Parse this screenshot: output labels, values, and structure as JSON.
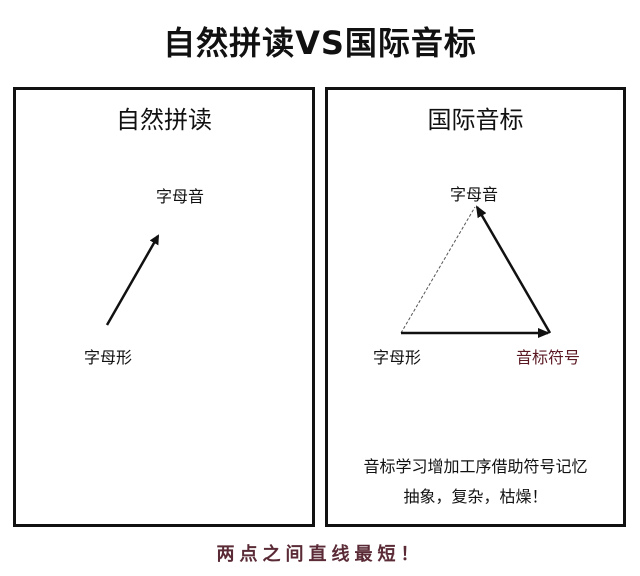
{
  "title": "自然拼读VS国际音标",
  "left_panel": {
    "heading": "自然拼读",
    "nodes": {
      "top": "字母音",
      "bottom": "字母形"
    }
  },
  "right_panel": {
    "heading": "国际音标",
    "nodes": {
      "top": "字母音",
      "bottom_left": "字母形",
      "bottom_right": "音标符号"
    },
    "notes": [
      "音标学习增加工序借助符号记忆",
      "抽象，复杂，枯燥！"
    ]
  },
  "footer": "两点之间直线最短！",
  "colors": {
    "text": "#111111",
    "border": "#111111",
    "footer": "#5a2a36",
    "accent_label": "#5a1822"
  }
}
